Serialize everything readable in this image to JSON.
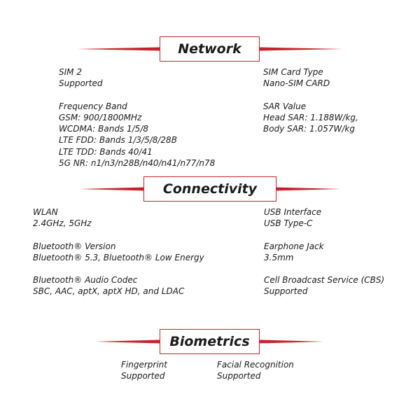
{
  "accent_color": "#c8232c",
  "network": {
    "title": "Network",
    "left": [
      {
        "label": "SIM 2",
        "values": [
          "Supported"
        ]
      },
      {
        "label": "Frequency Band",
        "values": [
          "GSM: 900/1800MHz",
          "WCDMA: Bands 1/5/8",
          "LTE FDD: Bands 1/3/5/8/28B",
          "LTE TDD: Bands 40/41",
          "5G NR: n1/n3/n28B/n40/n41/n77/n78"
        ]
      }
    ],
    "right": [
      {
        "label": "SIM Card Type",
        "values": [
          "Nano-SIM CARD"
        ]
      },
      {
        "label": "SAR Value",
        "values": [
          "Head SAR: 1.188W/kg,",
          "Body SAR: 1.057W/kg"
        ]
      }
    ]
  },
  "connectivity": {
    "title": "Connectivity",
    "left": [
      {
        "label": "WLAN",
        "values": [
          "2.4GHz, 5GHz"
        ]
      },
      {
        "label": "Bluetooth® Version",
        "values": [
          "Bluetooth® 5.3, Bluetooth® Low Energy"
        ]
      },
      {
        "label": "Bluetooth® Audio Codec",
        "values": [
          "SBC, AAC, aptX, aptX HD, and LDAC"
        ]
      }
    ],
    "right": [
      {
        "label": "USB Interface",
        "values": [
          "USB Type-C"
        ]
      },
      {
        "label": "Earphone Jack",
        "values": [
          "3.5mm"
        ]
      },
      {
        "label": "Cell Broadcast Service (CBS)",
        "values": [
          "Supported"
        ]
      }
    ]
  },
  "biometrics": {
    "title": "Biometrics",
    "left": [
      {
        "label": "Fingerprint",
        "values": [
          "Supported"
        ]
      }
    ],
    "right": [
      {
        "label": "Facial Recognition",
        "values": [
          "Supported"
        ]
      }
    ]
  }
}
